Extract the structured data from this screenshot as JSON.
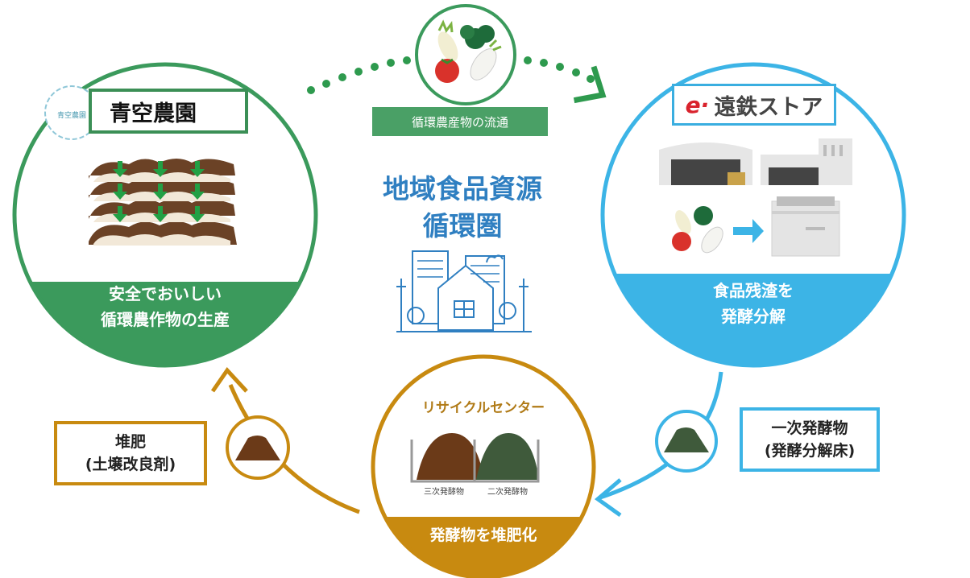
{
  "center": {
    "line1": "地域食品資源",
    "line2": "循環圏"
  },
  "flow_tag": "循環農産物の流通",
  "farm": {
    "name": "青空農園",
    "logo_text": "青空農園",
    "band_line1": "安全でおいしい",
    "band_line2": "循環農作物の生産"
  },
  "store": {
    "logo_mark": "e·",
    "name": "遠鉄ストア",
    "band_line1": "食品残渣を",
    "band_line2": "発酵分解"
  },
  "recycle": {
    "title": "リサイクルセンター",
    "bin1_label": "三次発酵物",
    "bin2_label": "二次発酵物",
    "band": "発酵物を堆肥化"
  },
  "compost_box": {
    "line1": "堆肥",
    "line2": "(土壌改良剤)"
  },
  "primary_box": {
    "line1": "一次発酵物",
    "line2": "(発酵分解床)"
  },
  "colors": {
    "green": "#3b9a5c",
    "blue": "#3cb4e6",
    "gold": "#c88a10",
    "city_blue": "#2f7fc1"
  }
}
